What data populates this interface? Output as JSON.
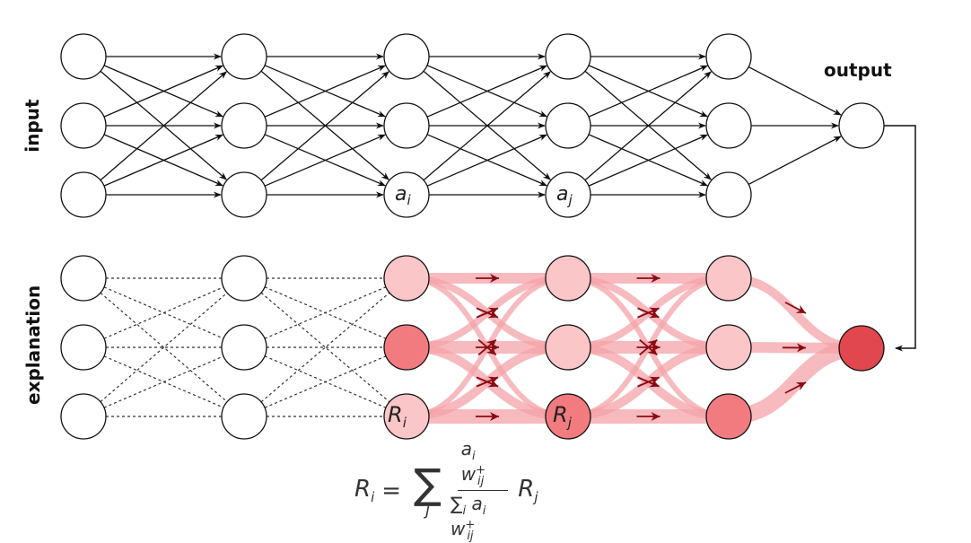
{
  "labels": {
    "input": "input",
    "explanation": "explanation",
    "output": "output",
    "a_i": "a",
    "a_i_sub": "i",
    "a_j": "a",
    "a_j_sub": "j",
    "R_i": "R",
    "R_i_sub": "i",
    "R_j": "R",
    "R_j_sub": "j"
  },
  "formula": {
    "lhs": "R",
    "lhs_sub": "i",
    "equals": "=",
    "sum_symbol": "∑",
    "sum_index": "j",
    "numerator": "a",
    "numerator_sub": "i",
    "numerator_w": "w",
    "numerator_w_sub": "ij",
    "numerator_w_sup": "+",
    "denominator_sum": "∑",
    "denominator_sum_sub": "i",
    "denominator_a": "a",
    "denominator_a_sub": "i",
    "denominator_w": "w",
    "denominator_w_sub": "ij",
    "denominator_w_sup": "+",
    "rhs": "R",
    "rhs_sub": "j"
  },
  "colors": {
    "node_stroke": "#111111",
    "node_fill": "#ffffff",
    "relevance_light": "#fbc6c8",
    "relevance_medium": "#f27b80",
    "relevance_strong": "#e0474f",
    "relevance_flow": "#f4a3a8",
    "relevance_arrow": "#8b0a14"
  },
  "network": {
    "layers": 5,
    "neurons_per_layer": 3,
    "explanation_node_shades": [
      [
        "white",
        "white",
        "white"
      ],
      [
        "white",
        "white",
        "white"
      ],
      [
        "light",
        "medium",
        "light"
      ],
      [
        "light",
        "light",
        "medium"
      ],
      [
        "light",
        "light",
        "medium"
      ]
    ],
    "output_shade": "strong"
  }
}
